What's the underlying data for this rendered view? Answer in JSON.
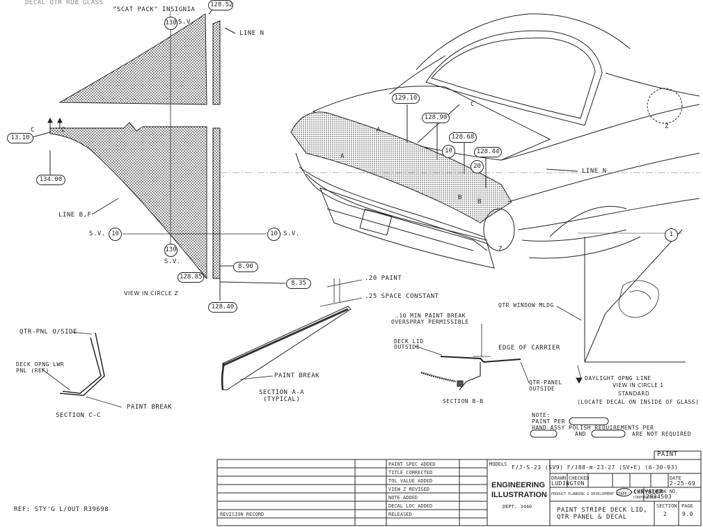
{
  "header": {
    "decal_note": "\"SCAT PACK\" INSIGNIA",
    "truncated_top": "DECAL QTR RUB GLASS"
  },
  "view_z": {
    "bubbles": {
      "sv_top": "130",
      "sv_top_suffix": "S.V.",
      "b1310": "13.10",
      "b13400": "134.00",
      "sv10_left": "10",
      "sv10_right": "10",
      "b130_bottom": "130",
      "b12885": "128.85",
      "b890": "8.90",
      "b835": "8.35",
      "b12840": "128.40",
      "b2852": "128.52"
    },
    "line_n": "LINE N",
    "line_bf": "LINE B,F",
    "sv_left_prefix": "S.V.",
    "sv_right_suffix": "S.V.",
    "sv_under": "S.V.",
    "c_left": "C",
    "c_right": "C",
    "caption": "VIEW IN CIRCLE  Z"
  },
  "car": {
    "bubbles": [
      "129.10",
      "128.90",
      "128.68",
      "128.44"
    ],
    "circles": [
      "10",
      "20"
    ],
    "letters": [
      "A",
      "A",
      "C",
      "B",
      "B",
      "Z",
      "Z"
    ],
    "line_n": "LINE N",
    "circle_1": "1"
  },
  "section_aa": {
    "paint": ".20 PAINT",
    "space": ".25 SPACE CONSTANT",
    "paint_break": "PAINT BREAK",
    "caption1": "SECTION A-A",
    "caption2": "(TYPICAL)"
  },
  "section_bb": {
    "min_break1": ".10 MIN PAINT BREAK",
    "min_break2": "OVERSPRAY PERMISSIBLE",
    "deck_lid1": "DECK LID",
    "deck_lid2": "OUTSIDE",
    "edge_carrier": "EDGE OF CARRIER",
    "qtr_panel1": "QTR-PANEL",
    "qtr_panel2": "OUTSIDE",
    "caption": "SECTION B-B"
  },
  "section_cc": {
    "qtr_pnl": "QTR-PNL O/SIDE",
    "deck_opng1": "DECK OPNG LWR",
    "deck_opng2": "PNL (REF)",
    "paint_break": "PAINT BREAK",
    "caption": "SECTION C-C"
  },
  "view_1": {
    "qtr_window": "QTR WINDOW MLDG",
    "daylight": "DAYLIGHT OPNG LINE",
    "caption": "VIEW IN CIRCLE  1",
    "standard": "STANDARD",
    "locate": "(LOCATE DECAL ON INSIDE OF GLASS)"
  },
  "note": {
    "title": "NOTE:",
    "line1": "PAINT PER",
    "line2": "HAND ASSY POLISH REQUIREMENTS PER",
    "line3": "AND",
    "line3b": "ARE NOT REQUIRED"
  },
  "title_block": {
    "paint": "PAINT",
    "models_label": "MODELS",
    "models": "F/J-S-23 (SV9)   F/J88-m-23-27 (SV+E) (6-30-93)",
    "engineering": "ENGINEERING",
    "illustration": "ILLUSTRATION",
    "dept": "DEPT. 3440",
    "brand": "CHRYSLER",
    "brand_sub": "CORPORATION",
    "drawn": "DRAWN",
    "checked": "CHECKED",
    "date": "DATE",
    "drawn_by": "LUDINGTON",
    "date_val": "2-25-69",
    "part_label": "ARTWORK NO.",
    "part": "2834503",
    "product_line": "PRODUCT PLANNING & DEVELOPMENT STAFF",
    "desc1": "PAINT STRIPE DECK LID,",
    "desc2": "QTR PANEL & DECAL",
    "sheet_label": "SECTION",
    "sheet": "2",
    "page_label": "PAGE",
    "page": "9.0",
    "rev_rows": [
      "PAINT SPEC ADDED",
      "TITLE CORRECTED",
      "TOL VALUE ADDED",
      "VIEW Z REVISED",
      "NOTE ADDED",
      "DECAL LOC ADDED"
    ],
    "rev_bottom": "REVISION RECORD",
    "rev_bottom2": "RELEASED"
  },
  "ref": "REF: STY'G L/OUT R39698"
}
